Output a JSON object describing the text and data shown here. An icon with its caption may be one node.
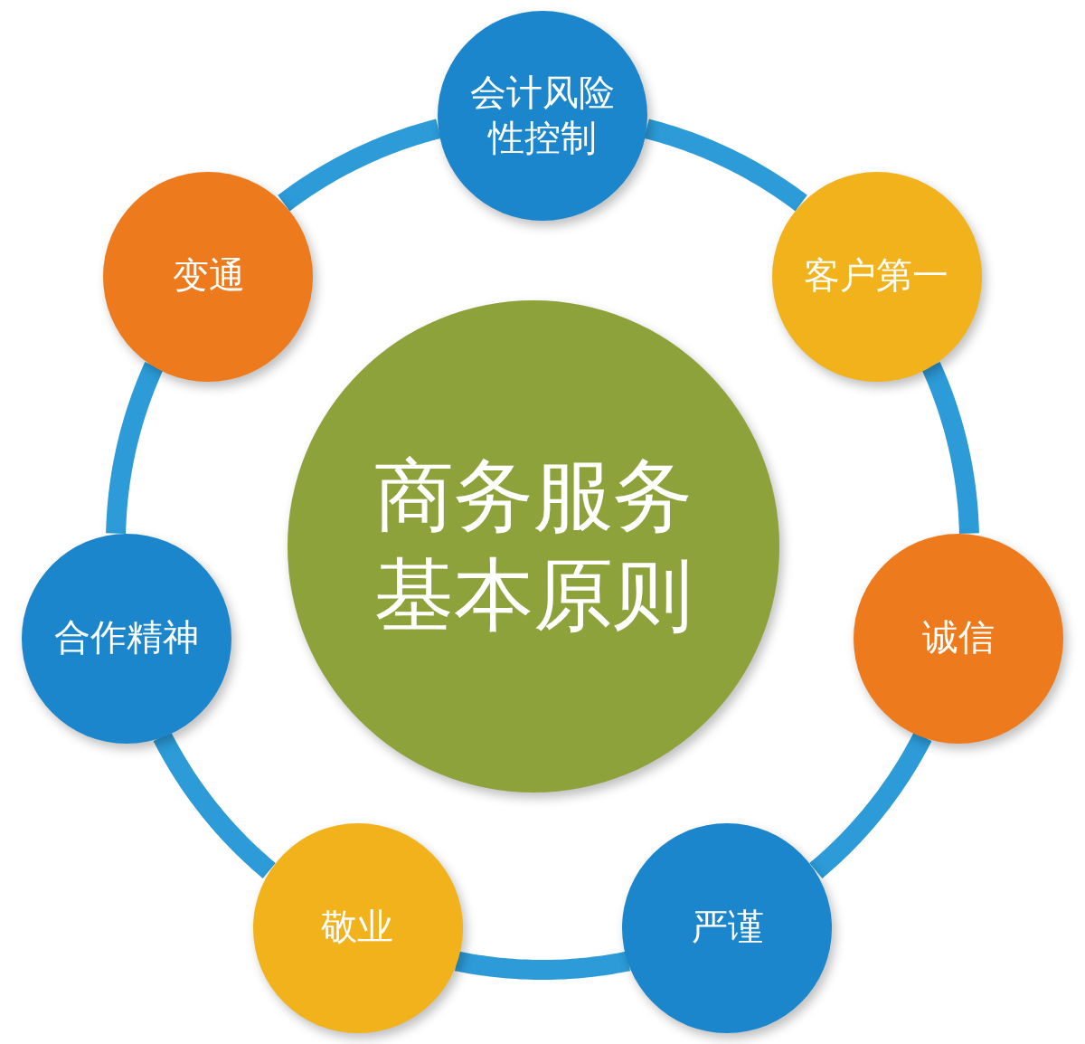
{
  "diagram": {
    "nodes": [
      {
        "text": [
          "商务服务基本原则"
        ]
      },
      {
        "text": [
          "会计风险性控制"
        ]
      },
      {
        "text": [
          "客户第一"
        ]
      },
      {
        "text": [
          "诚信"
        ]
      },
      {
        "text": [
          "严谨"
        ]
      },
      {
        "text": [
          "敬业"
        ]
      },
      {
        "text": [
          "合作精神"
        ]
      },
      {
        "text": [
          "变通"
        ]
      }
    ],
    "edges": [
      {
        "from": 1,
        "to": 2,
        "arrow": "none"
      },
      {
        "from": 2,
        "to": 3,
        "arrow": "none"
      },
      {
        "from": 3,
        "to": 4,
        "arrow": "none"
      },
      {
        "from": 4,
        "to": 5,
        "arrow": "none"
      },
      {
        "from": 5,
        "to": 6,
        "arrow": "none"
      },
      {
        "from": 6,
        "to": 7,
        "arrow": "none"
      },
      {
        "from": 7,
        "to": 1,
        "arrow": "none"
      }
    ]
  }
}
